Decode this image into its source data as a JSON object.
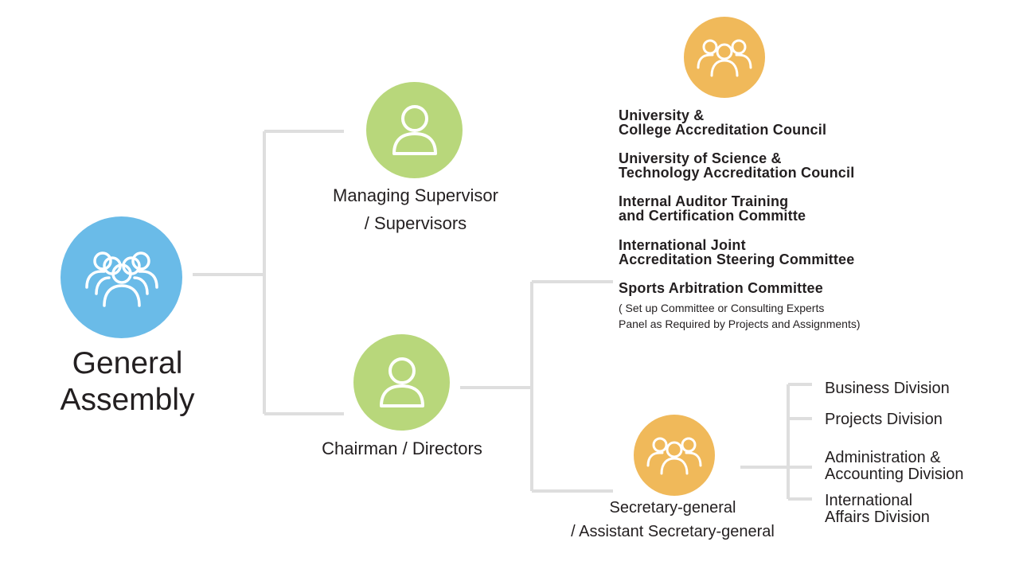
{
  "colors": {
    "blue": "#6abbe8",
    "green": "#b8d77b",
    "orange": "#f0b95a",
    "connector": "#d9d9d9",
    "text": "#231f20"
  },
  "general_assembly": {
    "icon": "group-of-people-icon",
    "label_lines": [
      "General",
      "Assembly"
    ]
  },
  "supervisor": {
    "icon": "person-icon",
    "label_lines": [
      "Managing Supervisor",
      "/ Supervisors"
    ]
  },
  "chairman": {
    "icon": "person-icon",
    "label_lines": [
      "Chairman / Directors"
    ]
  },
  "committees": {
    "icon": "group-of-people-icon",
    "items": [
      [
        "University &",
        "College Accreditation Council"
      ],
      [
        "University of Science &",
        "Technology Accreditation Council"
      ],
      [
        "Internal Auditor Training",
        "and Certification Committe"
      ],
      [
        "International Joint",
        "Accreditation Steering Committee"
      ],
      [
        "Sports Arbitration Committee"
      ]
    ],
    "note_lines": [
      "( Set up Committee or  Consulting Experts",
      "Panel as Required by Projects  and Assignments)"
    ]
  },
  "secretariat": {
    "icon": "group-of-people-icon",
    "label_lines": [
      "Secretary-general",
      "/ Assistant Secretary-general"
    ]
  },
  "divisions": [
    [
      "Business Division"
    ],
    [
      "Projects Division"
    ],
    [
      "Administration &",
      "Accounting Division"
    ],
    [
      "International",
      "Affairs Division"
    ]
  ]
}
